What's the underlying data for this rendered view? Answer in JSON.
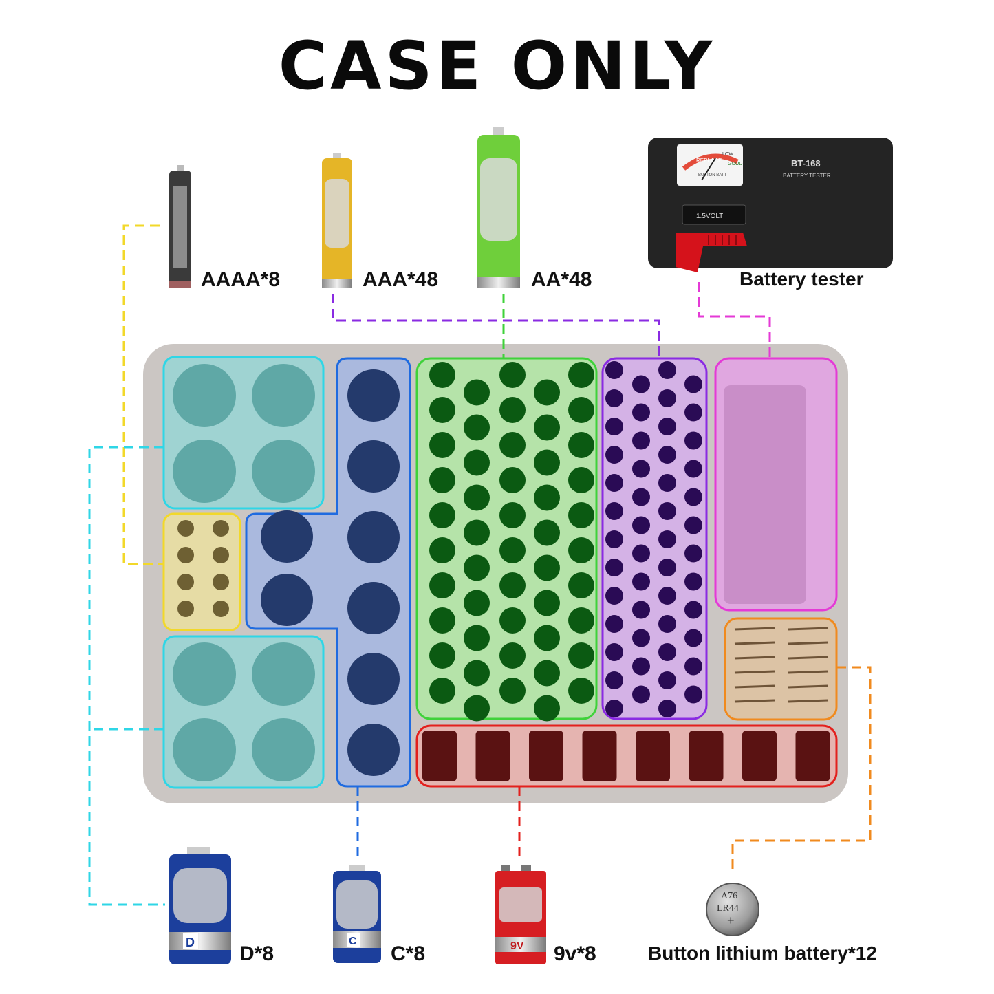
{
  "title": "CASE ONLY",
  "labels": {
    "aaaa": "AAAA*8",
    "aaa": "AAA*48",
    "aa": "AA*48",
    "tester": "Battery tester",
    "d": "D*8",
    "c": "C*8",
    "v9": "9v*8",
    "button": "Button lithium battery*12"
  },
  "device": {
    "model": "BT-168",
    "subtitle": "BATTERY TESTER",
    "volt": "1.5VOLT",
    "gauge_replace": "REPLACE",
    "gauge_low": "LOW",
    "gauge_good": "GOOD",
    "gauge_button": "BUTTON BATT"
  },
  "coin_text": [
    "A76",
    "LR44"
  ],
  "battery_marks": {
    "d": "D",
    "c": "C",
    "v9": "9V"
  },
  "colors": {
    "cyan": "#2fd6e6",
    "yellow": "#f2d82a",
    "blue": "#1f6be0",
    "green": "#3fd23a",
    "purple": "#8a2be2",
    "magenta": "#e43ad6",
    "orange": "#f08a1e",
    "red": "#e3201d",
    "tray": "#cbc6c3"
  }
}
